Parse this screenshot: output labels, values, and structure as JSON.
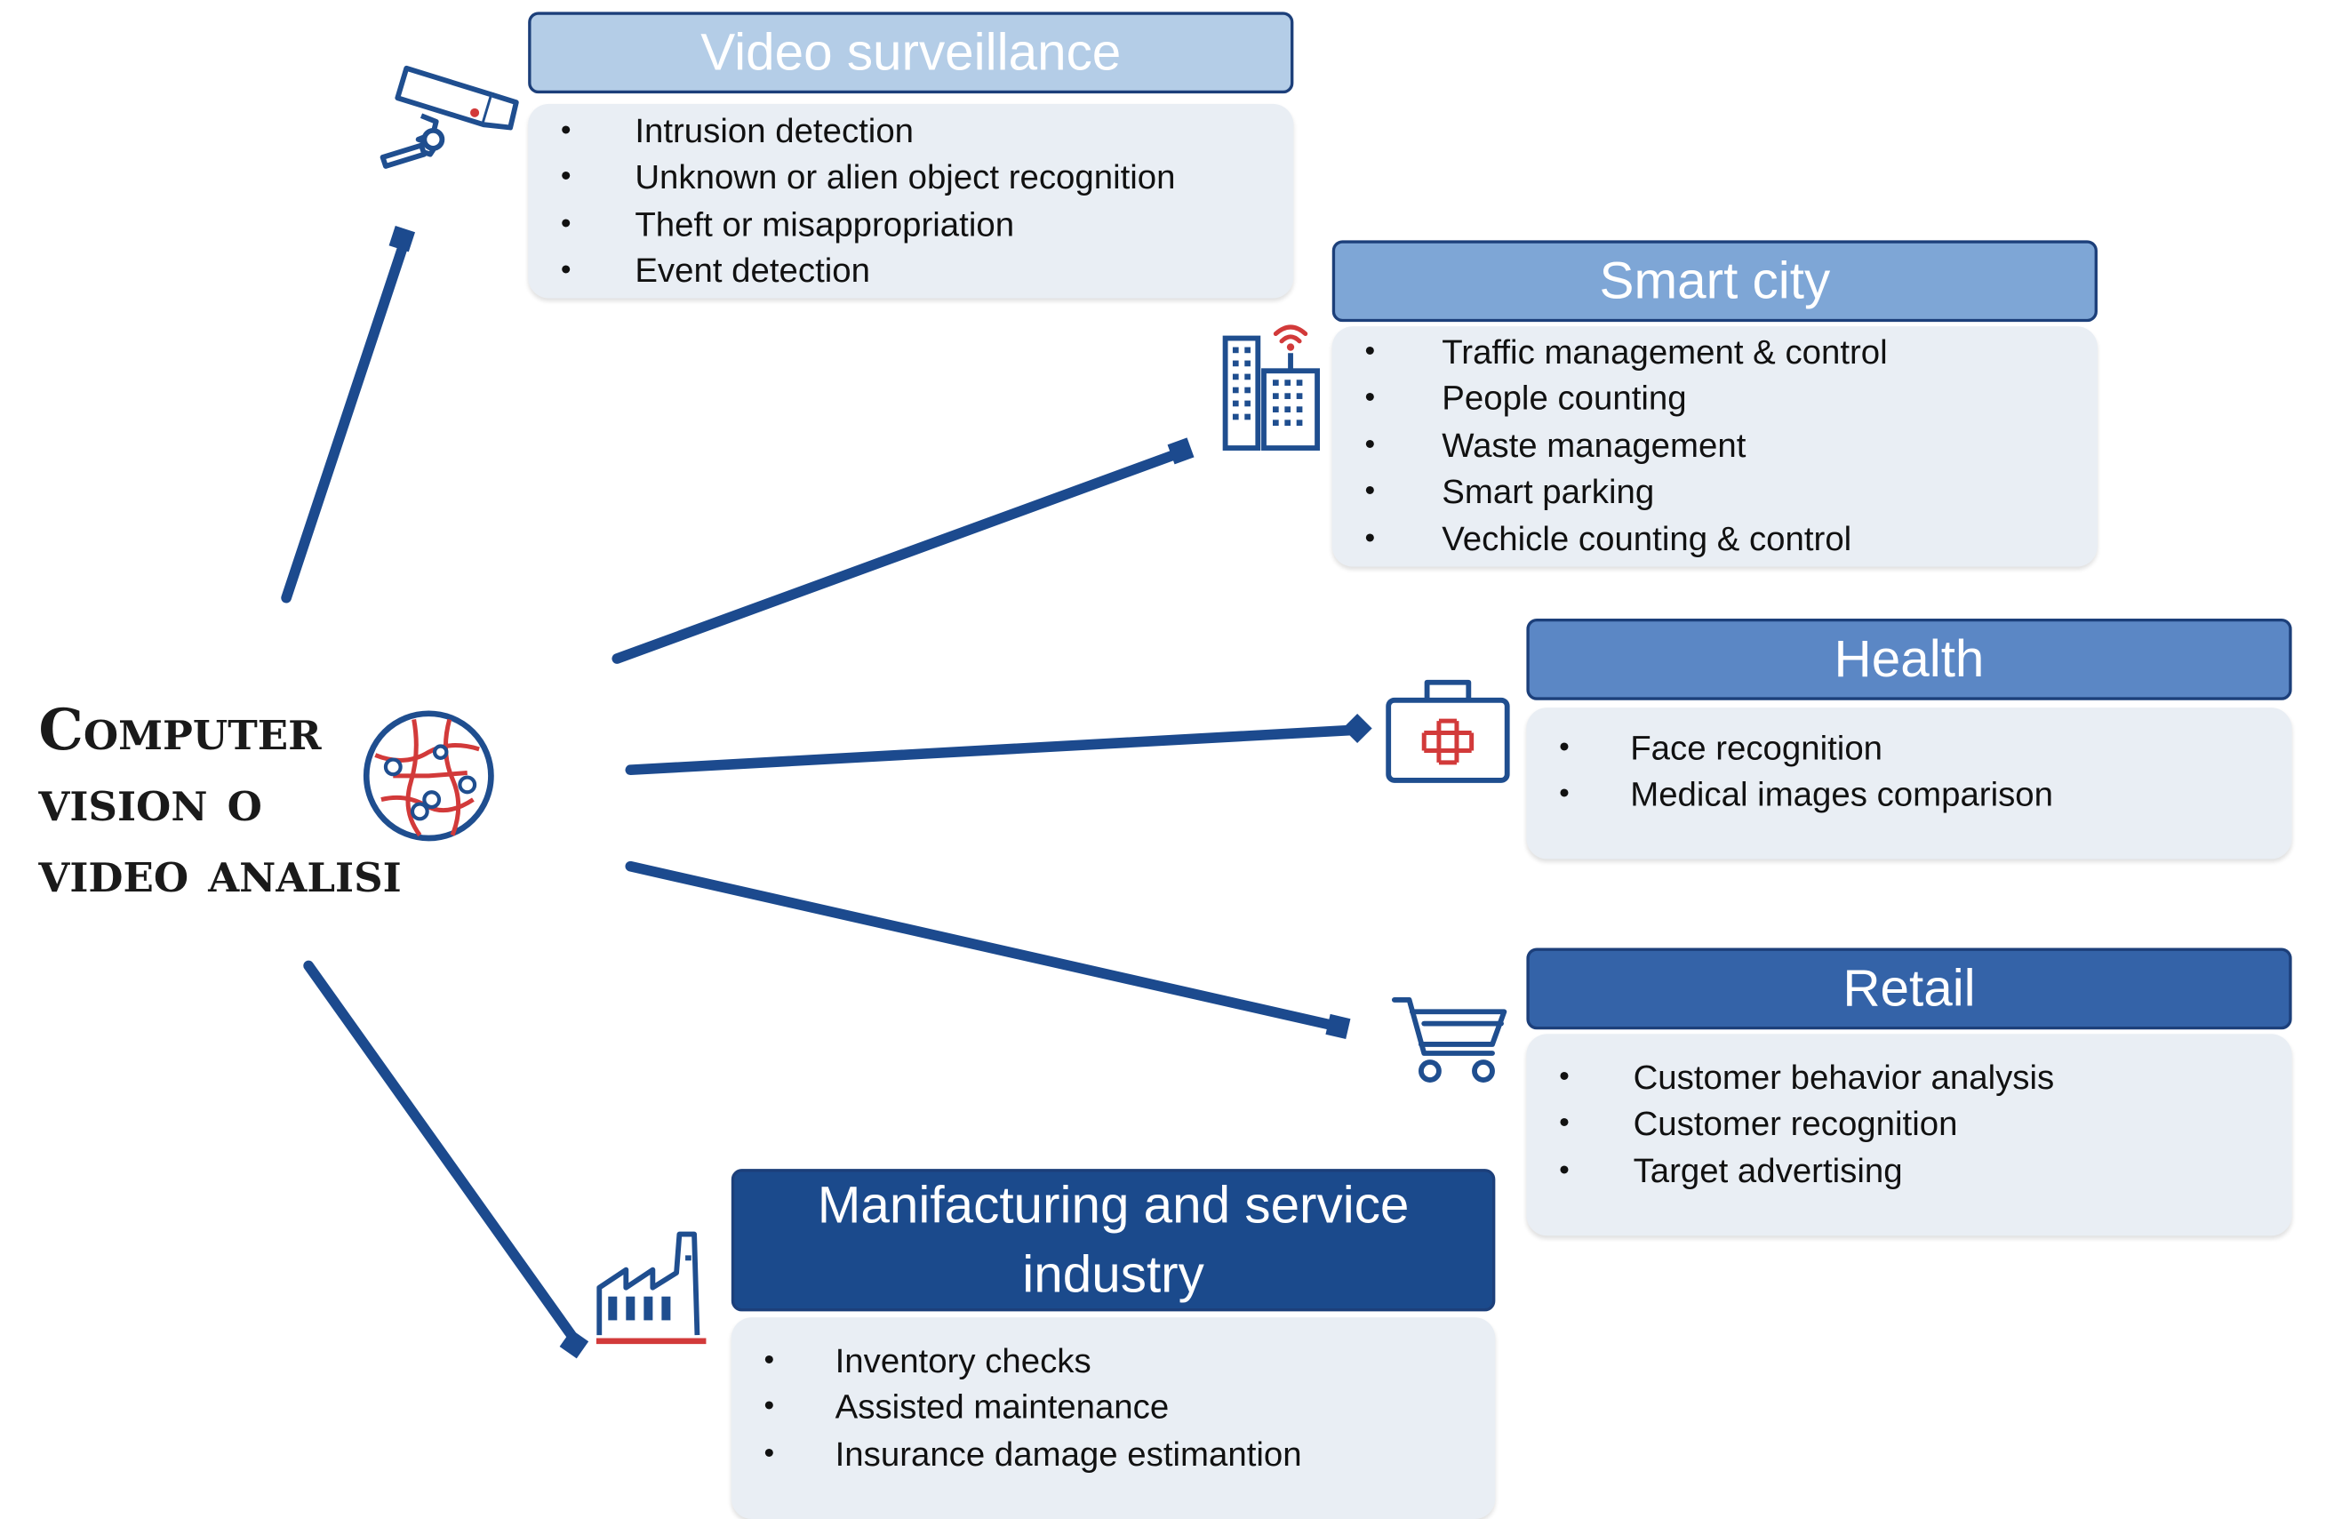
{
  "center": {
    "lines": [
      "Computer",
      "vision o",
      "video analisi"
    ]
  },
  "cards": {
    "video": {
      "title": "Video surveillance",
      "items": [
        "Intrusion detection",
        "Unknown or alien object recognition",
        "Theft or misappropriation",
        "Event detection"
      ]
    },
    "city": {
      "title": "Smart city",
      "items": [
        "Traffic management & control",
        "People counting",
        "Waste management",
        "Smart parking",
        "Vechicle counting & control"
      ]
    },
    "health": {
      "title": "Health",
      "items": [
        "Face recognition",
        "Medical images comparison"
      ]
    },
    "retail": {
      "title": "Retail",
      "items": [
        "Customer behavior analysis",
        "Customer recognition",
        "Target advertising"
      ]
    },
    "mfg": {
      "title": "Manifacturing and service industry",
      "items": [
        "Inventory checks",
        "Assisted maintenance",
        "Insurance damage estimantion"
      ]
    }
  },
  "icons": {
    "center": "network-globe-icon",
    "video": "security-camera-icon",
    "city": "smart-building-icon",
    "health": "first-aid-kit-icon",
    "retail": "shopping-cart-icon",
    "mfg": "factory-icon"
  },
  "colors": {
    "arrow": "#1c4a8e",
    "icon_blue": "#1f4e8f",
    "icon_red": "#d23a3a",
    "video_header": "#b4cde7",
    "city_header": "#7ea6d6",
    "health_header": "#5b87c5",
    "retail_header": "#3463a8",
    "mfg_header": "#1b4a8c",
    "card_body": "#e9eef4"
  }
}
